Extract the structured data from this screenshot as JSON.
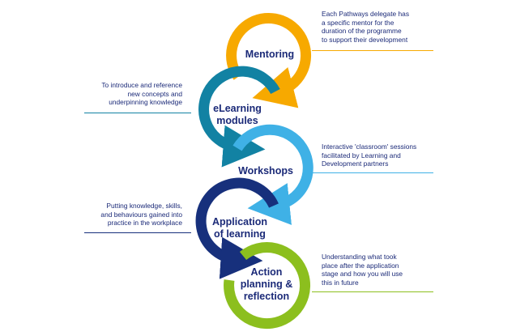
{
  "stages": [
    {
      "label": "Mentoring",
      "description": "Each Pathways delegate has\na specific mentor for the\nduration of the programme\nto support their development",
      "color": "#f7a900",
      "side": "right"
    },
    {
      "label": "eLearning\nmodules",
      "description": "To introduce and reference\nnew concepts and\nunderpinning knowledge",
      "color": "#1282a3",
      "side": "left"
    },
    {
      "label": "Workshops",
      "description": "Interactive 'classroom' sessions\nfacilitated by Learning and\nDevelopment partners",
      "color": "#3fb1e6",
      "side": "right"
    },
    {
      "label": "Application\nof learning",
      "description": "Putting knowledge, skills,\nand behaviours gained into\npractice in the workplace",
      "color": "#17307c",
      "side": "left"
    },
    {
      "label": "Action\nplanning &\nreflection",
      "description": "Understanding what took\nplace after the application\nstage and how you will use\nthis in future",
      "color": "#8cbf1e",
      "side": "right"
    }
  ],
  "icons": {
    "arrowhead": "arrowhead-icon"
  }
}
